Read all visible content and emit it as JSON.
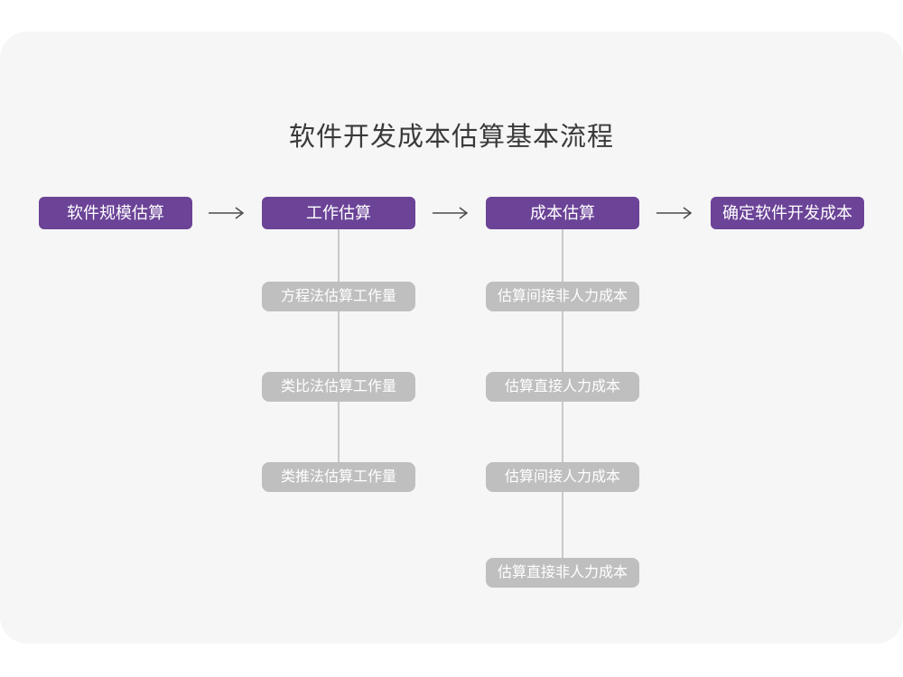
{
  "title": "软件开发成本估算基本流程",
  "colors": {
    "accent": "#6B4397",
    "sub_node": "#BFBFBF",
    "canvas": "#F6F6F6",
    "page": "#FFFFFF",
    "connector": "#C9C9C9",
    "arrow": "#4A4A4A",
    "title_text": "#3A3A3A",
    "node_text": "#FFFFFF"
  },
  "flow": {
    "stages": [
      {
        "label": "软件规模估算"
      },
      {
        "label": "工作估算"
      },
      {
        "label": "成本估算"
      },
      {
        "label": "确定软件开发成本"
      }
    ],
    "work_estimation_methods": [
      "方程法估算工作量",
      "类比法估算工作量",
      "类推法估算工作量"
    ],
    "cost_estimation_steps": [
      "估算间接非人力成本",
      "估算直接人力成本",
      "估算间接人力成本",
      "估算直接非人力成本"
    ]
  }
}
